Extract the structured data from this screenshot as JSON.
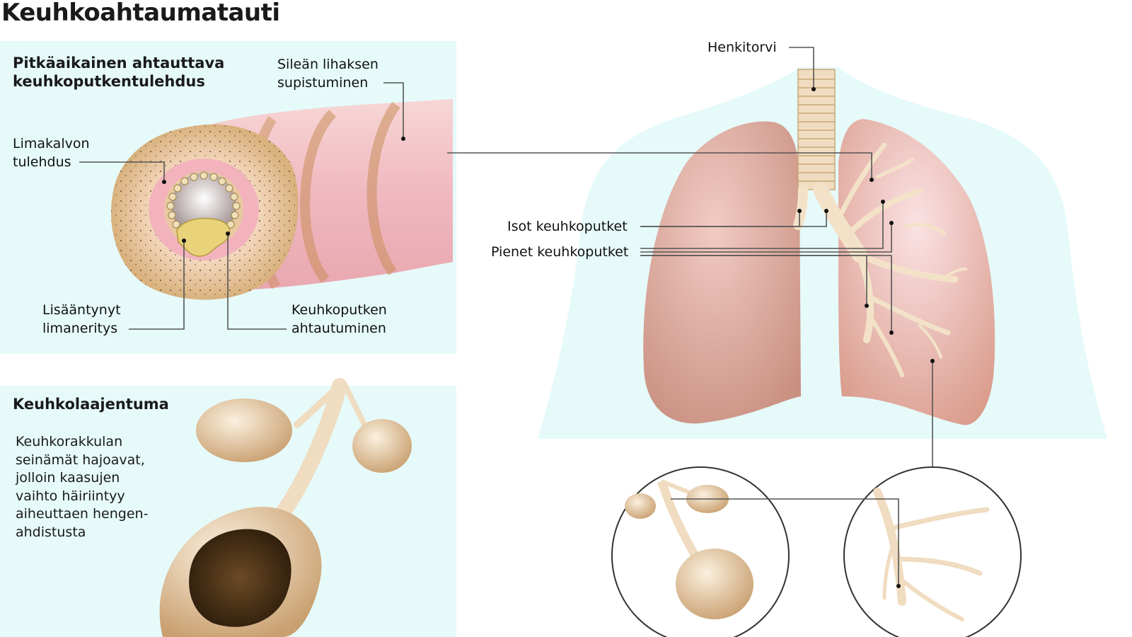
{
  "title": "Keuhkoahtaumatauti",
  "bronchitis": {
    "heading": "Pitkäaikainen ahtauttava\nkeuhkoputkentulehdus",
    "labels": {
      "smooth_muscle": "Sileän lihaksen\nsupistuminen",
      "mucosa_inflammation": "Limakalvon\ntulehdus",
      "mucus": "Lisääntynyt\nlimaneritys",
      "narrowing": "Keuhkoputken\nahtautuminen"
    }
  },
  "emphysema": {
    "heading": "Keuhkolaajentuma",
    "description": "Keuhkorakkulan\nseinämät hajoavat,\njolloin kaasujen\nvaihto häiriintyy\naiheuttaen hengen-\nahdistusta"
  },
  "lungs": {
    "labels": {
      "trachea": "Henkitorvi",
      "large_bronchi": "Isot keuhkoputket",
      "small_bronchi": "Pienet keuhkoputket"
    }
  },
  "colors": {
    "panel_bg": "#e6fafa",
    "lung": "#e8b8ae",
    "bronchi": "#f0dcc0",
    "leader_line": "#555555"
  }
}
